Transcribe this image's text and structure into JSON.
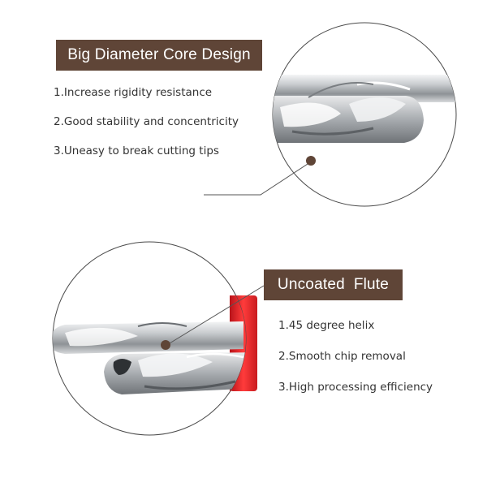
{
  "section_top": {
    "heading": "Big Diameter Core Design",
    "features": [
      "1.Increase rigidity resistance",
      "2.Good stability and concentricity",
      "3.Uneasy to break cutting tips"
    ]
  },
  "section_bottom": {
    "heading": "Uncoated  Flute",
    "features": [
      "1.45 degree helix",
      "2.Smooth chip removal",
      "3.High processing efficiency"
    ]
  },
  "colors": {
    "label_bg": "#5f4537",
    "label_text": "#ffffff",
    "pointer_dot": "#5f4537",
    "holder_red": "#e8262a",
    "steel": "#b9bcbf"
  }
}
